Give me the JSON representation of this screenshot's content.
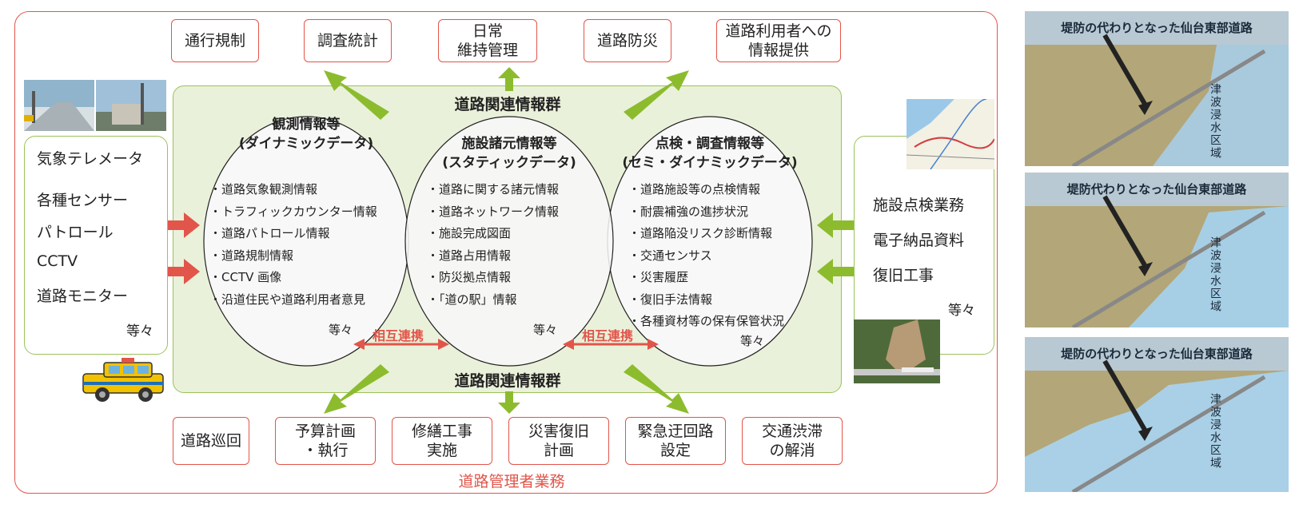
{
  "top_tasks": [
    "通行規制",
    "調査統計",
    "日常\n維持管理",
    "道路防災",
    "道路利用者への\n情報提供"
  ],
  "bottom_tasks": [
    "道路巡回",
    "予算計画\n・執行",
    "修繕工事\n実施",
    "災害復旧\n計画",
    "緊急迂回路\n設定",
    "交通渋滞\nの解消"
  ],
  "group_title": "道路関連情報群",
  "outer_label": "道路管理者業務",
  "left_sources": [
    "気象テレメータ",
    "各種センサー",
    "パトロール",
    "CCTV",
    "道路モニター"
  ],
  "left_etc": "等々",
  "right_sources": [
    "施設点検業務",
    "電子納品資料",
    "復旧工事"
  ],
  "right_etc": "等々",
  "circles": [
    {
      "title": "観測情報等\n(ダイナミックデータ)",
      "items": [
        "道路気象観測情報",
        "トラフィックカウンター情報",
        "道路パトロール情報",
        "道路規制情報",
        "CCTV 画像",
        "沿道住民や道路利用者意見"
      ],
      "etc": "等々"
    },
    {
      "title": "施設諸元情報等\n(スタティックデータ)",
      "items": [
        "道路に関する諸元情報",
        "道路ネットワーク情報",
        "施設完成図面",
        "道路占用情報",
        "防災拠点情報",
        "「道の駅」情報"
      ],
      "etc": "等々"
    },
    {
      "title": "点検・調査情報等\n(セミ・ダイナミックデータ)",
      "items": [
        "道路施設等の点検情報",
        "耐震補強の進捗状況",
        "道路陥没リスク診断情報",
        "交通センサス",
        "災害履歴",
        "復旧手法情報",
        "各種資材等の保有保管状況"
      ],
      "etc": "等々"
    }
  ],
  "mutual_label": "相互連携",
  "photos": [
    {
      "title": "堤防の代わりとなった仙台東部道路",
      "area": "津波浸水区域"
    },
    {
      "title": "堤防代わりとなった仙台東部道路",
      "area": "津波浸水区域"
    },
    {
      "title": "堤防の代わりとなった仙台東部道路",
      "area": "津波浸水区域"
    }
  ],
  "colors": {
    "red": "#e2554a",
    "green_border": "#9bc25a",
    "green_fill": "#eaf1da",
    "arrow_green": "#8cbc2e"
  }
}
